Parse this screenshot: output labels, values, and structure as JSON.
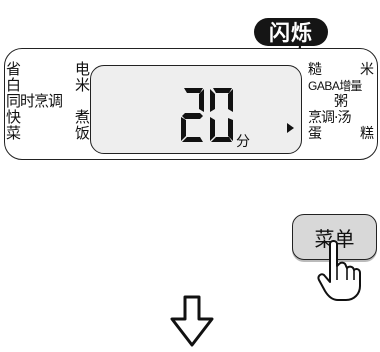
{
  "callout": {
    "label": "闪烁"
  },
  "panel": {
    "left_labels": [
      [
        "省",
        "电"
      ],
      [
        "白",
        "米"
      ],
      [
        "同时",
        "烹调"
      ],
      [
        "快",
        "煮"
      ],
      [
        "菜",
        "饭"
      ]
    ],
    "right_labels": {
      "row1": [
        "糙",
        "米"
      ],
      "gaba": "GABA",
      "gaba_suffix": "增量",
      "porridge": "粥",
      "stew_soup": "烹调·汤",
      "cake": [
        "蛋",
        "糕"
      ]
    },
    "display": {
      "value": "20",
      "unit": "分"
    }
  },
  "menu_button": {
    "label": "菜单"
  },
  "icons": {
    "hand": "pointing-hand-icon",
    "arrow": "down-arrow-icon",
    "cursor": "triangle-pointer-icon"
  }
}
